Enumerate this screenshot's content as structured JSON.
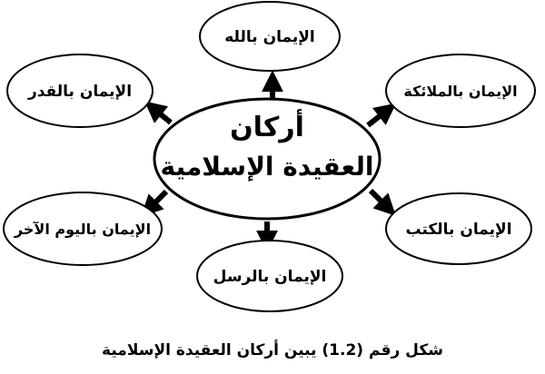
{
  "center": {
    "line1": "أركان",
    "line2": "العقيدة الإسلامية"
  },
  "nodes": [
    {
      "id": "allah",
      "label": "الإيمان بالله"
    },
    {
      "id": "angels",
      "label": "الإيمان بالملائكة"
    },
    {
      "id": "books",
      "label": "الإيمان بالكتب"
    },
    {
      "id": "messengers",
      "label": "الإيمان بالرسل"
    },
    {
      "id": "lastday",
      "label": "الإيمان باليوم الآخر"
    },
    {
      "id": "qadar",
      "label": "الإيمان بالقدر"
    }
  ],
  "caption": "شكل رقم (1.2) يبين أركان العقيدة الإسلامية",
  "colors": {
    "stroke": "#000000",
    "fill": "#ffffff",
    "text": "#000000"
  }
}
